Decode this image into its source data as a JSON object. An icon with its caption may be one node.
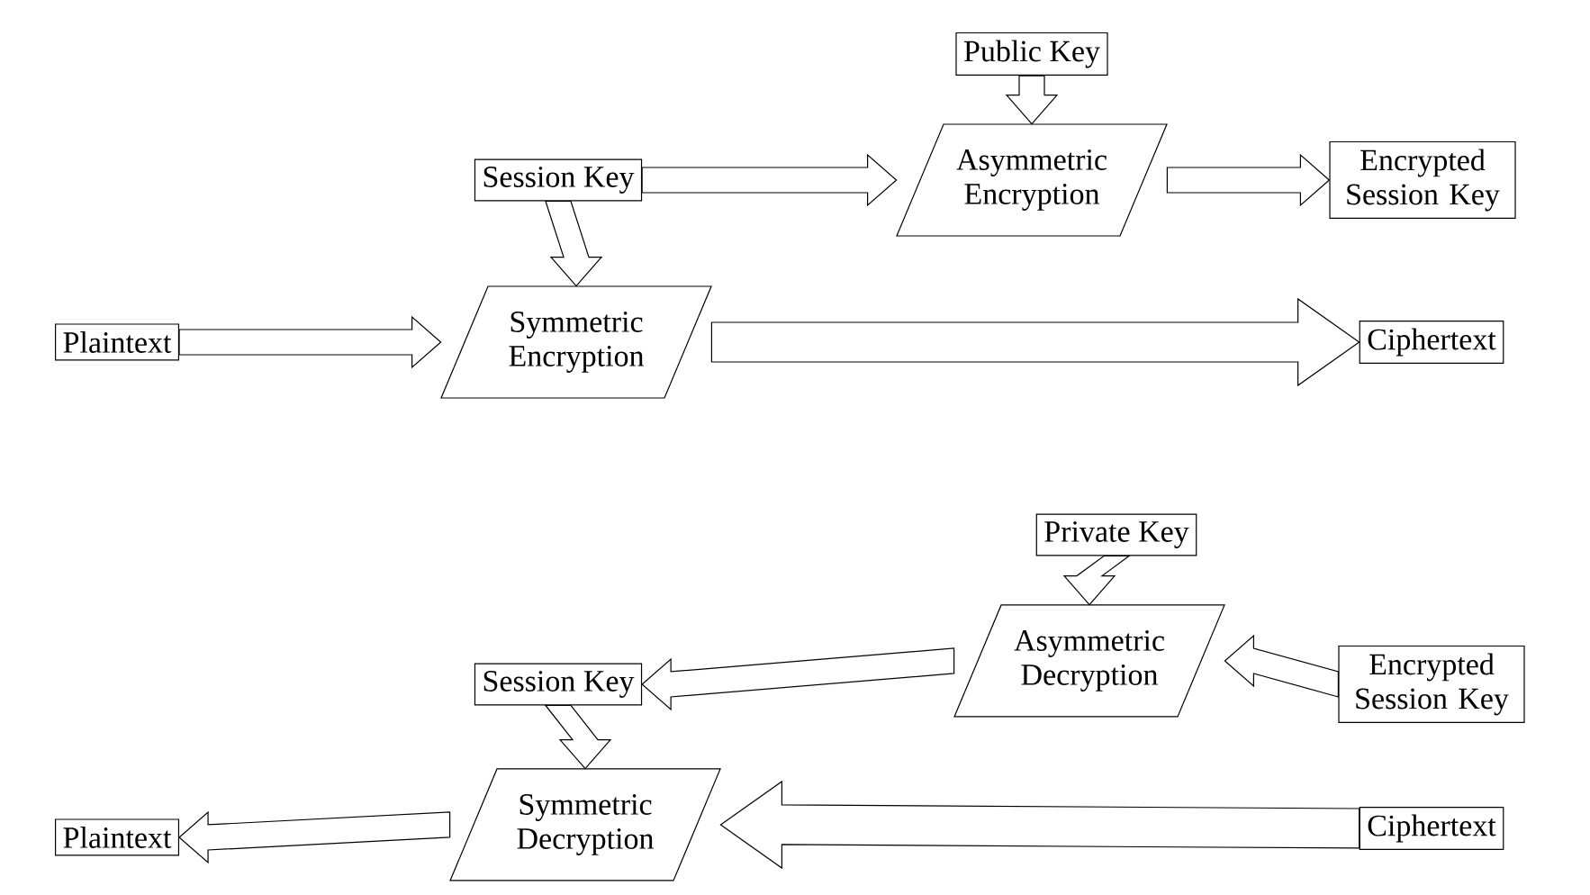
{
  "diagram": {
    "nodes": [
      {
        "text": [
          "Public Key"
        ]
      },
      {
        "text": [
          "Session Key"
        ]
      },
      {
        "text": [
          "Asymmetric Encryption"
        ]
      },
      {
        "text": [
          "Encrypted Session Key"
        ]
      },
      {
        "text": [
          "Plaintext"
        ]
      },
      {
        "text": [
          "Symmetric Encryption"
        ]
      },
      {
        "text": [
          "Ciphertext"
        ]
      },
      {
        "text": [
          "Private Key"
        ]
      },
      {
        "text": [
          "Asymmetric Decryption"
        ]
      },
      {
        "text": [
          "Session Key"
        ]
      },
      {
        "text": [
          "Encrypted Session Key"
        ]
      },
      {
        "text": [
          "Plaintext"
        ]
      },
      {
        "text": [
          "Symmetric Decryption"
        ]
      },
      {
        "text": [
          "Ciphertext"
        ]
      }
    ],
    "edges": [
      {
        "from": 0,
        "to": 2,
        "arrow": "to"
      },
      {
        "from": 1,
        "to": 2,
        "arrow": "to"
      },
      {
        "from": 2,
        "to": 3,
        "arrow": "to"
      },
      {
        "from": 1,
        "to": 5,
        "arrow": "to"
      },
      {
        "from": 4,
        "to": 5,
        "arrow": "to"
      },
      {
        "from": 5,
        "to": 6,
        "arrow": "to"
      },
      {
        "from": 7,
        "to": 8,
        "arrow": "to"
      },
      {
        "from": 10,
        "to": 8,
        "arrow": "to"
      },
      {
        "from": 8,
        "to": 9,
        "arrow": "to"
      },
      {
        "from": 9,
        "to": 12,
        "arrow": "to"
      },
      {
        "from": 13,
        "to": 12,
        "arrow": "to"
      },
      {
        "from": 12,
        "to": 11,
        "arrow": "to"
      }
    ]
  }
}
